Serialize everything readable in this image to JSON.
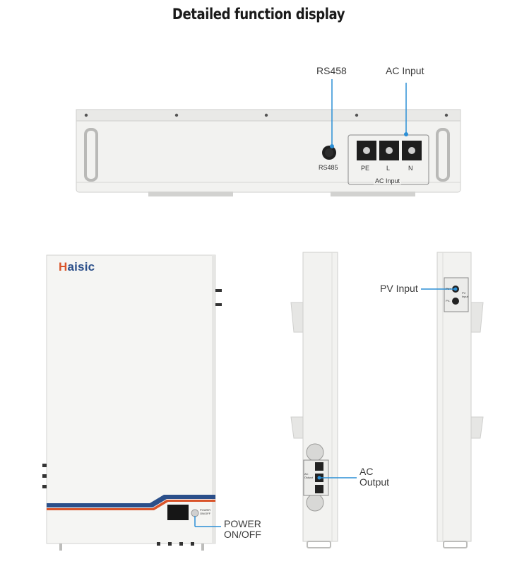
{
  "page": {
    "title": "Detailed function display"
  },
  "top_view": {
    "rs_callout": "RS458",
    "ac_callout": "AC Input",
    "rs_port_label": "RS485",
    "terminals": [
      "PE",
      "L",
      "N"
    ],
    "terminal_group_label": "AC Input"
  },
  "front_view": {
    "brand_first_letter": "H",
    "brand_rest": "aisic",
    "power_switch_label_line1": "POWER",
    "power_switch_label_line2": "ON/OFF",
    "power_callout_line1": "POWER",
    "power_callout_line2": "ON/OFF"
  },
  "side_left_view": {
    "ac_output_callout_line1": "AC",
    "ac_output_callout_line2": "Output",
    "panel_label_line1": "AC",
    "panel_label_line2": "Output"
  },
  "side_right_view": {
    "pv_callout": "PV Input",
    "pv_plus": "PV+",
    "pv_minus": "PV-",
    "panel_label_line1": "PV",
    "panel_label_line2": "Input"
  },
  "colors": {
    "callout_line": "#2b8fd6",
    "callout_dot": "#2b8fd6",
    "stripe_blue": "#2b4f8a",
    "stripe_orange": "#d9542a",
    "chassis": "#f4f4f2",
    "chassis_edge": "#cfcfcd"
  }
}
